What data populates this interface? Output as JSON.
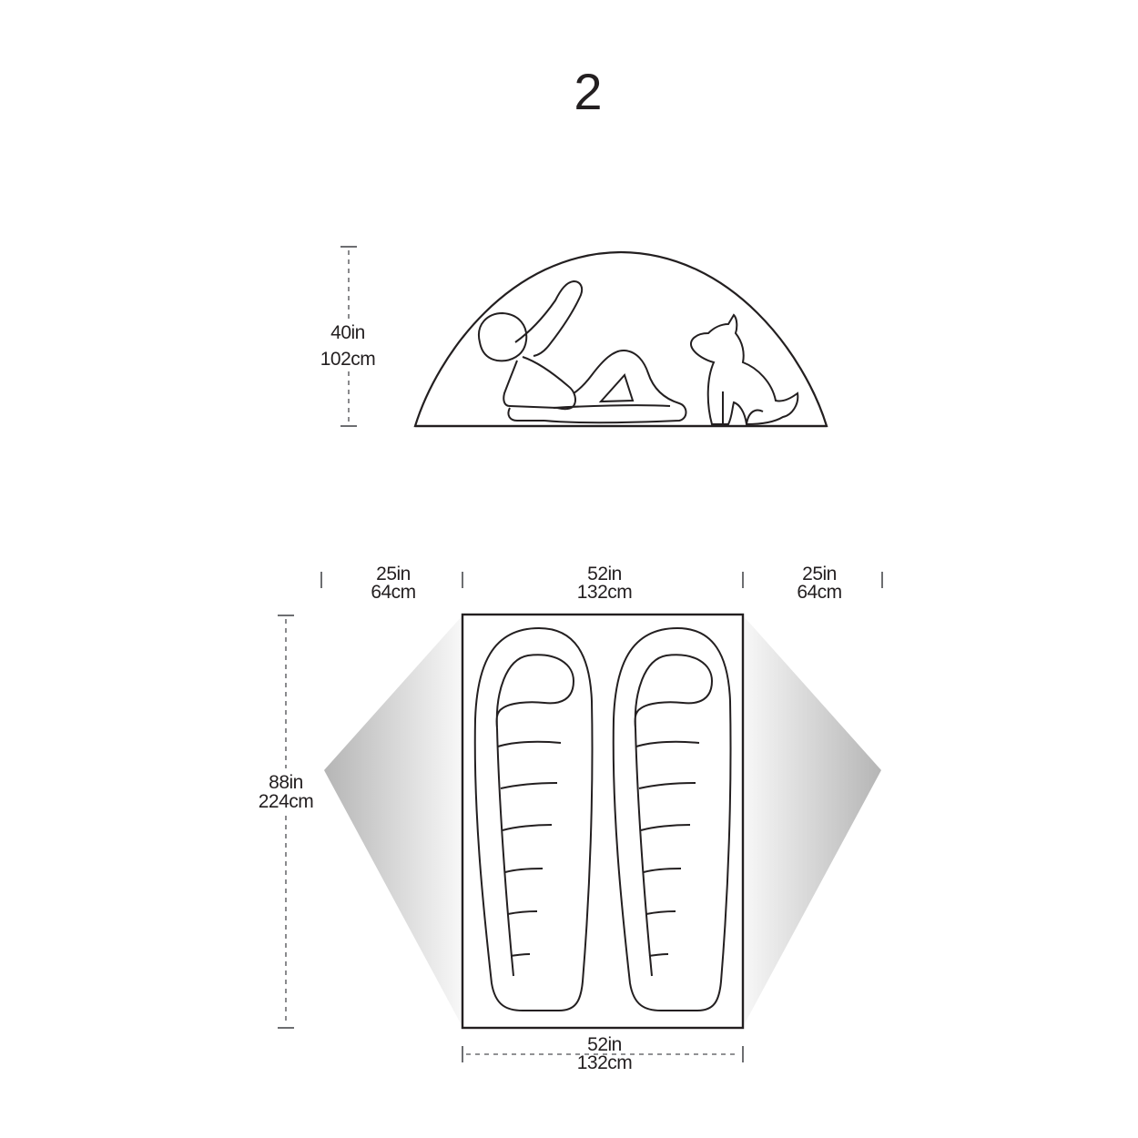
{
  "capacity": "2",
  "side_view": {
    "height_in": "40in",
    "height_cm": "102cm"
  },
  "floor_plan": {
    "left_vestibule_in": "25in",
    "left_vestibule_cm": "64cm",
    "width_top_in": "52in",
    "width_top_cm": "132cm",
    "right_vestibule_in": "25in",
    "right_vestibule_cm": "64cm",
    "length_in": "88in",
    "length_cm": "224cm",
    "width_bottom_in": "52in",
    "width_bottom_cm": "132cm"
  },
  "colors": {
    "line": "#231f20",
    "dimension": "#6d6e71",
    "vestibule_light": "#f7f7f7",
    "vestibule_dark": "#b9b9b9"
  }
}
